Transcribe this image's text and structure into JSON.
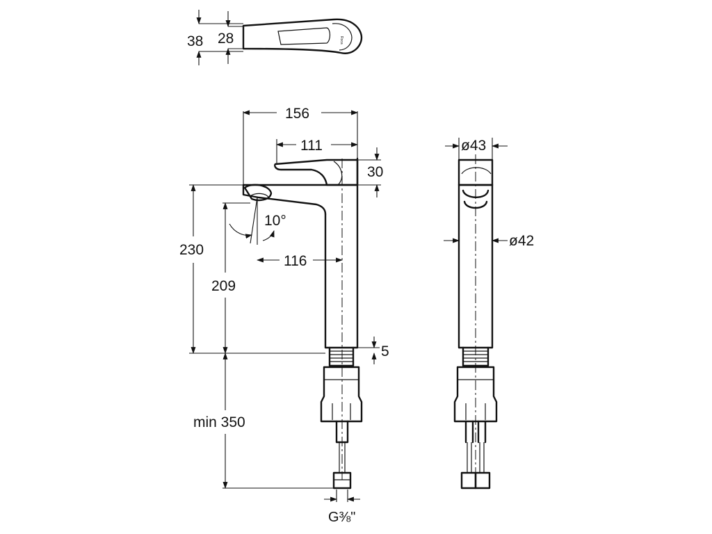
{
  "dimensions": {
    "top_view_height_outer": "38",
    "top_view_height_inner": "28",
    "spout_length": "156",
    "lever_length": "111",
    "lever_height": "30",
    "spout_angle": "10°",
    "spout_reach": "116",
    "total_height": "230",
    "spout_height": "209",
    "base_gap": "5",
    "min_hose_length": "min 350",
    "thread_size": "G⅜\"",
    "side_top_diameter": "ø43",
    "body_diameter": "ø42"
  },
  "brand_mark": "Roca",
  "colors": {
    "line": "#111111",
    "background": "#ffffff"
  }
}
